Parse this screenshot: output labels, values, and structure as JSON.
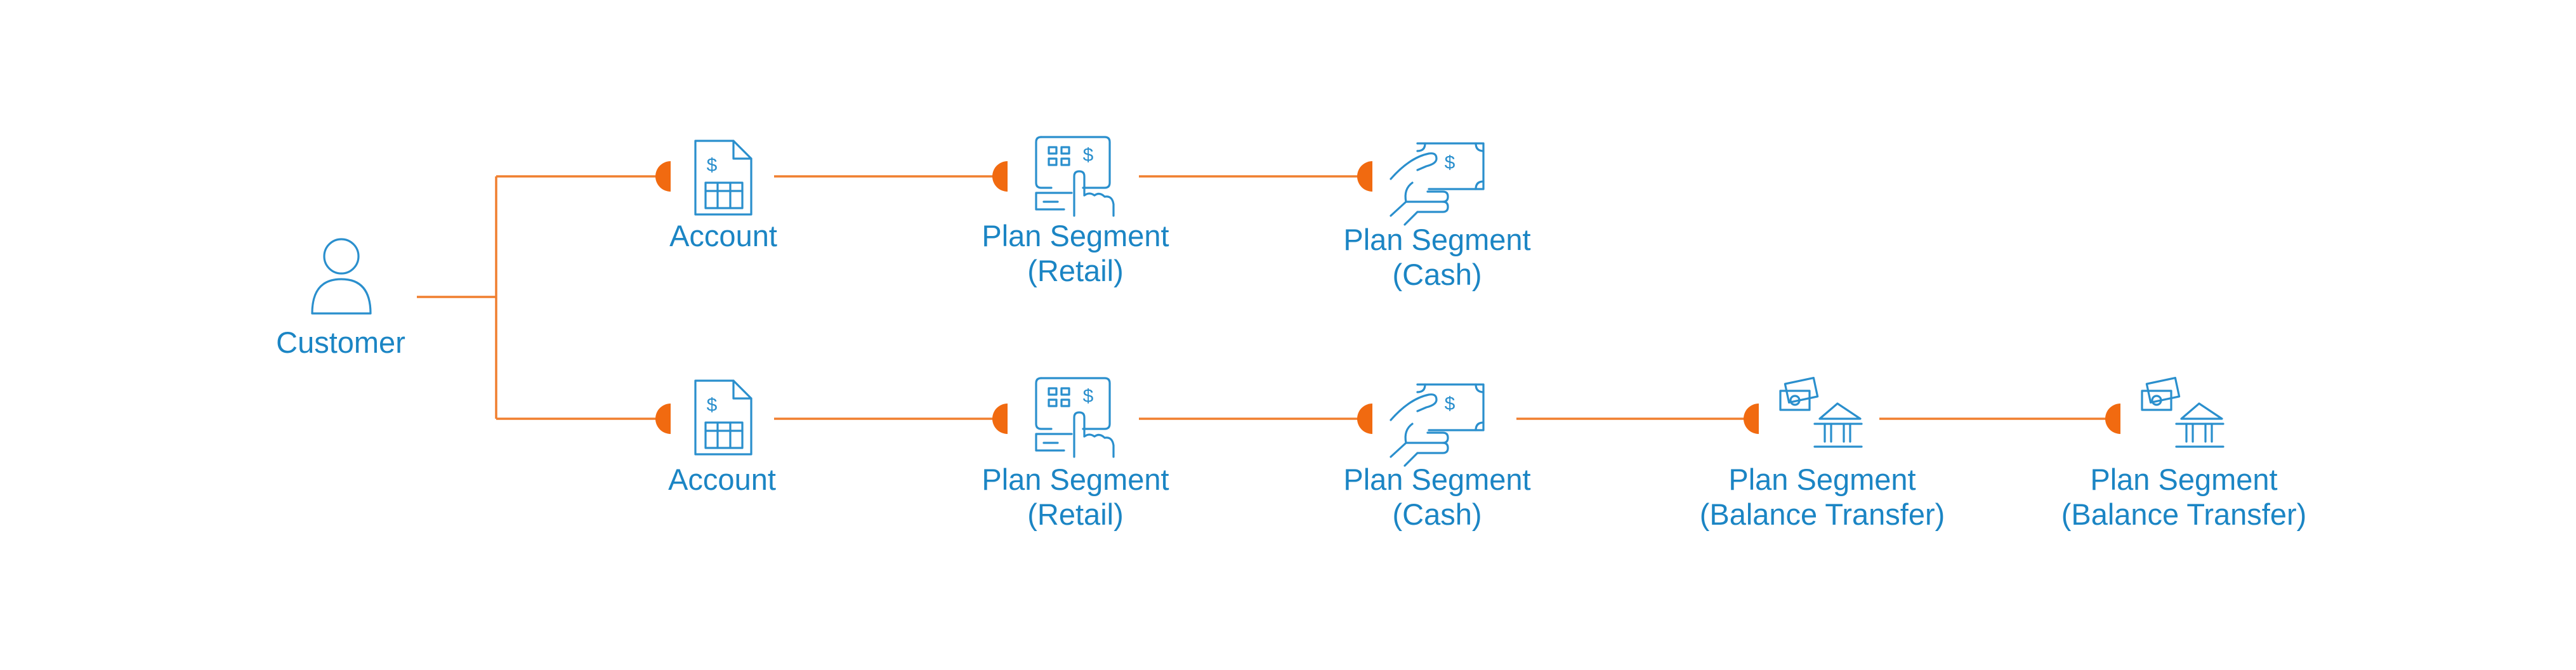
{
  "colors": {
    "connector": "#f07f2f",
    "port": "#f16a10",
    "icon": "#2a8fcd",
    "label": "#1b85c4",
    "background": "#ffffff"
  },
  "nodes": {
    "customer": {
      "label": "Customer",
      "icon": "person-icon"
    },
    "row1": {
      "account": {
        "label": "Account",
        "icon": "account-statement-icon"
      },
      "retail": {
        "line1": "Plan Segment",
        "line2": "(Retail)",
        "icon": "pos-terminal-icon"
      },
      "cash": {
        "line1": "Plan Segment",
        "line2": "(Cash)",
        "icon": "cash-in-hand-icon"
      }
    },
    "row2": {
      "account": {
        "label": "Account",
        "icon": "account-statement-icon"
      },
      "retail": {
        "line1": "Plan Segment",
        "line2": "(Retail)",
        "icon": "pos-terminal-icon"
      },
      "cash": {
        "line1": "Plan Segment",
        "line2": "(Cash)",
        "icon": "cash-in-hand-icon"
      },
      "bt1": {
        "line1": "Plan Segment",
        "line2": "(Balance Transfer)",
        "icon": "bank-transfer-icon"
      },
      "bt2": {
        "line1": "Plan Segment",
        "line2": "(Balance Transfer)",
        "icon": "bank-transfer-icon"
      }
    }
  },
  "icon_glyph": "$"
}
